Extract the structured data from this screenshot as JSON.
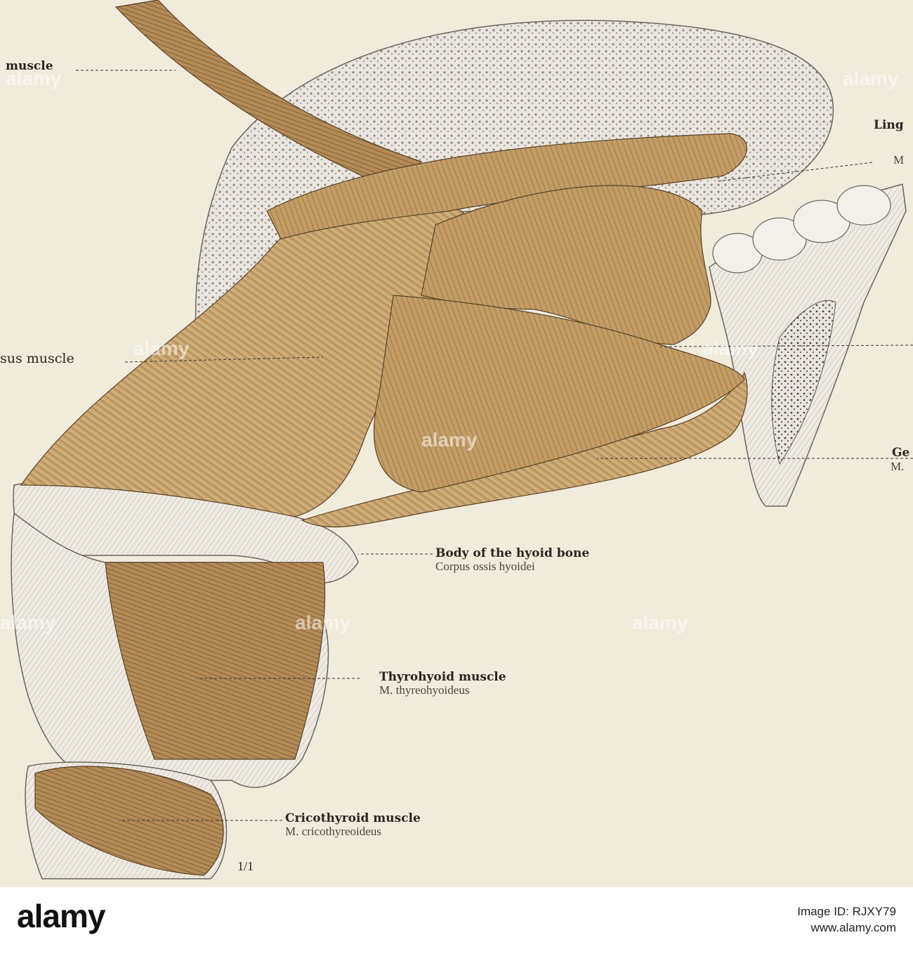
{
  "labels": {
    "frag_muscle_top": "muscle",
    "frag_sus_muscle": "sus muscle",
    "frag_ling": "Ling",
    "frag_m_right": "M",
    "frag_ge": "Ge",
    "frag_m_dot": "M.",
    "hyoid_body_en": "Body of the hyoid bone",
    "hyoid_body_la": "Corpus ossis hyoidei",
    "thyrohyoid_en": "Thyrohyoid muscle",
    "thyrohyoid_la": "M. thyreohyoideus",
    "cricothyroid_en": "Cricothyroid muscle",
    "cricothyroid_la": "M. cricothyreoideus",
    "scale": "1/1"
  },
  "watermark": {
    "text": "alamy"
  },
  "footer": {
    "brand": "alamy",
    "stock_id_line1": "Image ID: RJXY79",
    "stock_id_line2": "www.alamy.com"
  },
  "colors": {
    "paper": "#f1ebdc",
    "muscle": "#c9a46f",
    "muscle_dark": "#8d6a3e",
    "bone": "#ece7dc",
    "ink": "#2a2520"
  }
}
